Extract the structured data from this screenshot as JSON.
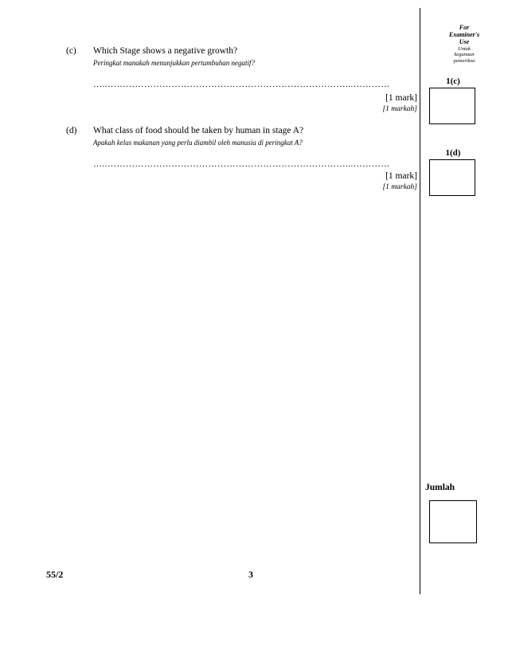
{
  "examiner_column": {
    "header_line1": "For",
    "header_line2": "Examiner's",
    "header_line3": "Use",
    "header_line4": "Untuk",
    "header_line5": "kegunaan",
    "header_line6": "pemeriksa",
    "marks": [
      {
        "label": "1(c)",
        "value": ""
      },
      {
        "label": "1(d)",
        "value": ""
      }
    ],
    "total_label": "Jumlah",
    "total_value": ""
  },
  "questions": [
    {
      "label": "(c)",
      "text_en": "Which Stage shows a negative growth?",
      "text_ms": "Peringkat manakah menunjukkan pertumbuhan negatif?",
      "answer_line": "…..……………………………………………………………………...…………",
      "mark_en": "[1 mark]",
      "mark_ms": "[1 markah]"
    },
    {
      "label": "(d)",
      "text_en": "What class of food should be taken by human in stage A?",
      "text_ms": "Apakah kelas makanan yang perlu diambil oleh manusia di peringkat A?",
      "answer_line": "…..……………………………………………………………………...…………",
      "mark_en": "[1 mark]",
      "mark_ms": "[1 markah]"
    }
  ],
  "footer": {
    "paper_code": "55/2",
    "page_number": "3"
  }
}
